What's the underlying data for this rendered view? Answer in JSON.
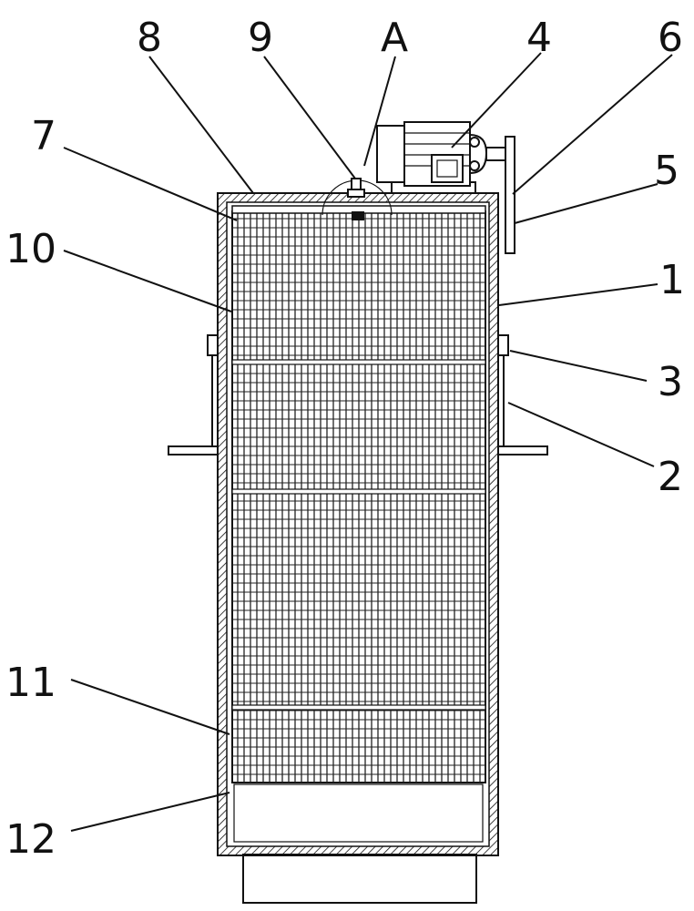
{
  "figure": {
    "callouts": [
      {
        "id": "c8",
        "text": "8"
      },
      {
        "id": "c9",
        "text": "9"
      },
      {
        "id": "cA",
        "text": "A"
      },
      {
        "id": "c4",
        "text": "4"
      },
      {
        "id": "c6",
        "text": "6"
      },
      {
        "id": "c7",
        "text": "7"
      },
      {
        "id": "c5",
        "text": "5"
      },
      {
        "id": "c10",
        "text": "10"
      },
      {
        "id": "c1",
        "text": "1"
      },
      {
        "id": "c3",
        "text": "3"
      },
      {
        "id": "c2",
        "text": "2"
      },
      {
        "id": "c11",
        "text": "11"
      },
      {
        "id": "c12",
        "text": "12"
      }
    ],
    "colors": {
      "line": "#111111",
      "background": "#ffffff",
      "grid": "#222222"
    }
  }
}
